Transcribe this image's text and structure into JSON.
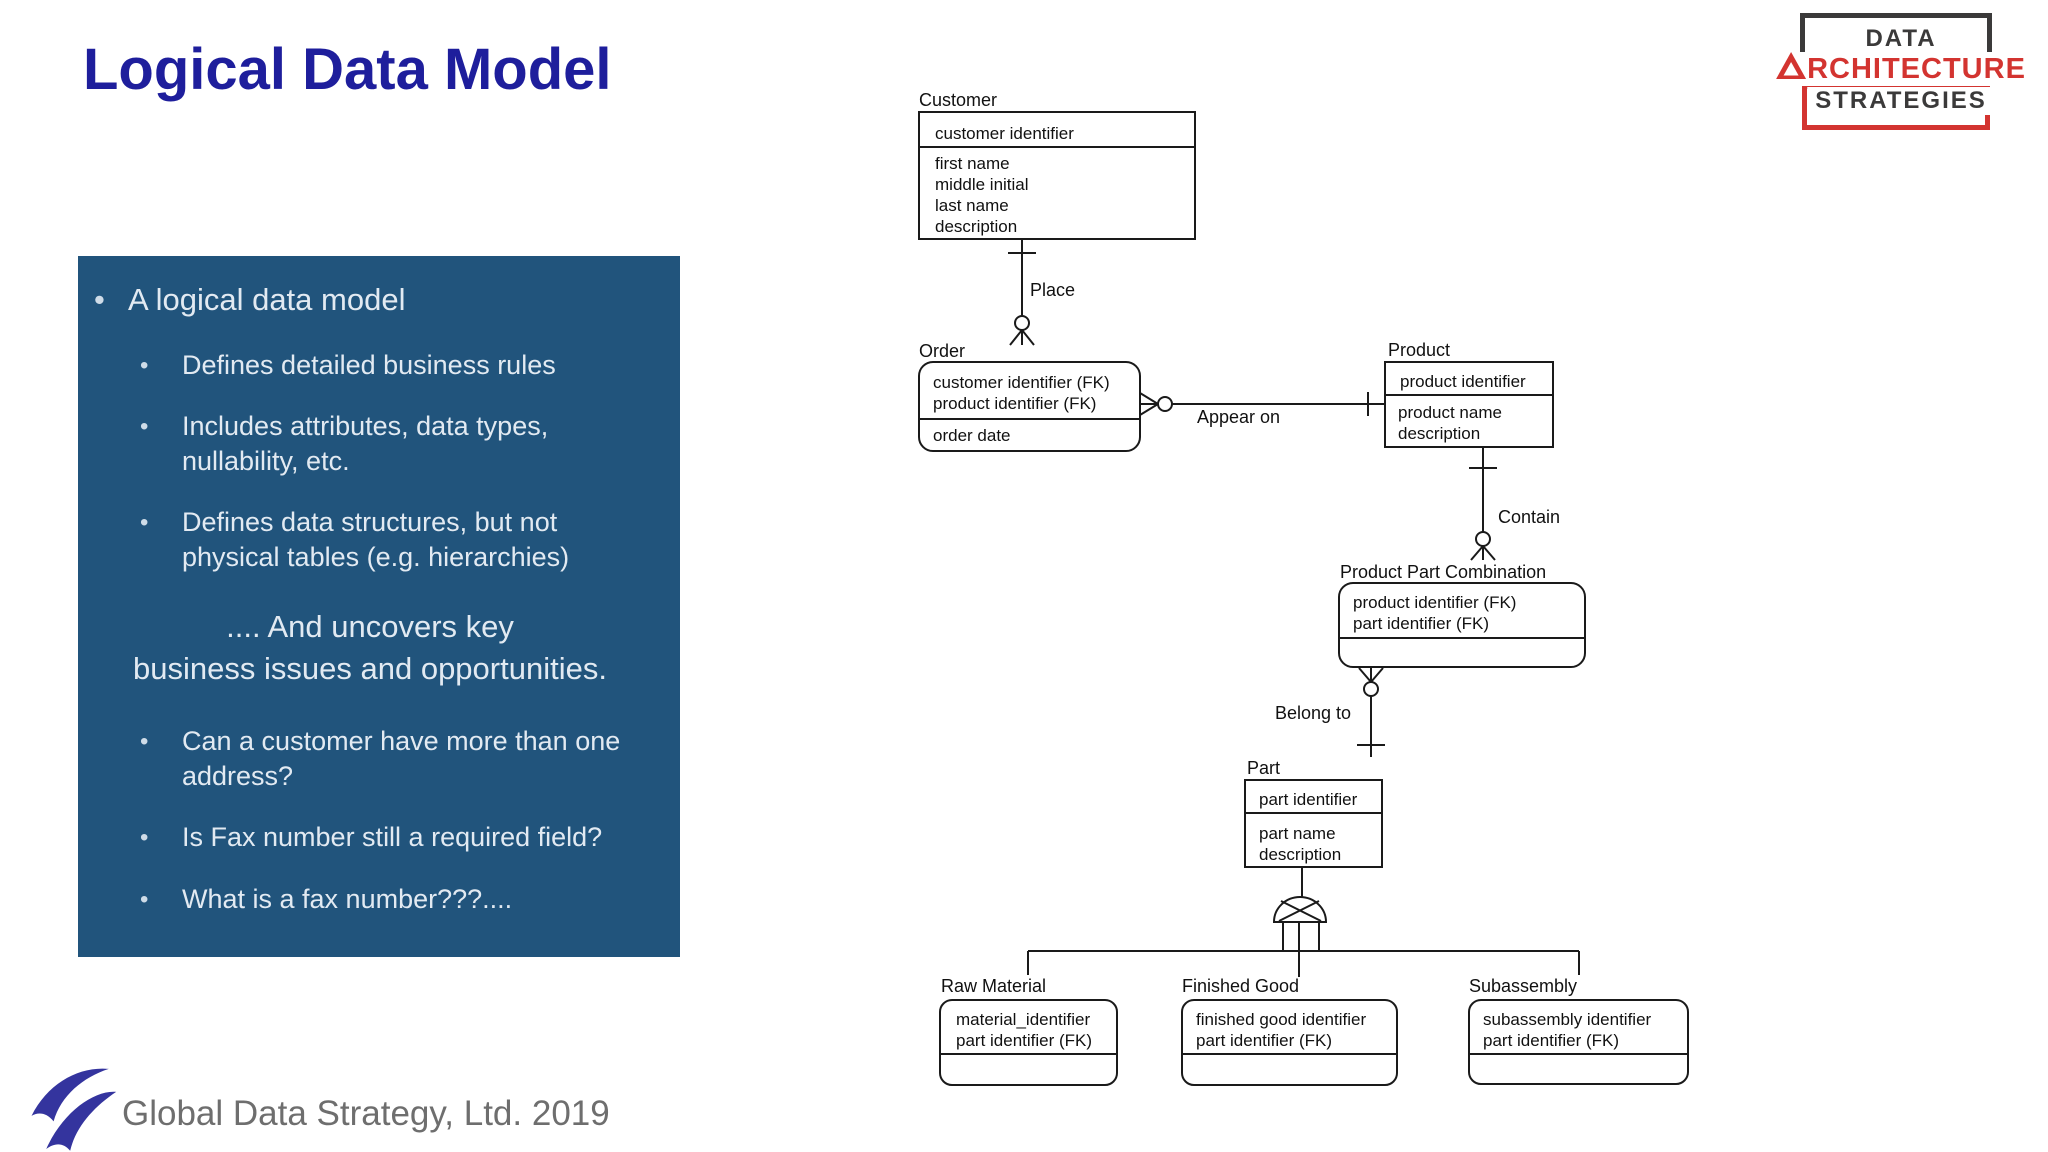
{
  "slide": {
    "title": "Logical Data Model",
    "footer": "Global Data Strategy, Ltd. 2019",
    "colors": {
      "title_navy": "#1e1e9c",
      "panel_blue": "#21547c",
      "panel_text": "#e2eaf2",
      "diagram_ink": "#1a1a1a",
      "brand_red": "#d33430",
      "brand_dark": "#3b3a3a",
      "footer_gray": "#6e6e6e",
      "swoosh_blue": "#34349e"
    }
  },
  "brand_logo": {
    "line1": "DATA",
    "line2_initial": "A",
    "line2_rest": "RCHITECTURE",
    "line3": "STRATEGIES"
  },
  "bullets": {
    "level1": "A logical data model",
    "sub1": [
      "Defines detailed business rules",
      "Includes attributes, data types, nullability, etc.",
      "Defines data structures, but not physical tables (e.g. hierarchies)"
    ],
    "callout_line1": ".... And uncovers key",
    "callout_line2": "business issues and opportunities.",
    "sub2": [
      "Can a customer have more than one address?",
      "Is Fax number still a required field?",
      "What is a fax number???...."
    ]
  },
  "icons": {
    "bullet": "•",
    "subtype_category": "half-circle with X (exclusive subtype)",
    "one_cardinality": "tick",
    "zero_or_many_cardinality": "circle + crow's foot"
  },
  "diagram": {
    "entities": {
      "customer": {
        "name": "Customer",
        "keys": [
          "customer identifier"
        ],
        "attrs": [
          "first name",
          "middle initial",
          "last name",
          "description"
        ]
      },
      "order": {
        "name": "Order",
        "keys": [
          "customer identifier (FK)",
          "product identifier (FK)"
        ],
        "attrs": [
          "order date"
        ]
      },
      "product": {
        "name": "Product",
        "keys": [
          "product identifier"
        ],
        "attrs": [
          "product name",
          "description"
        ]
      },
      "product_part_combination": {
        "name": "Product Part Combination",
        "keys": [
          "product identifier (FK)",
          "part identifier (FK)"
        ],
        "attrs": []
      },
      "part": {
        "name": "Part",
        "keys": [
          "part identifier"
        ],
        "attrs": [
          "part name",
          "description"
        ]
      },
      "raw_material": {
        "name": "Raw Material",
        "keys": [
          "material_identifier",
          "part identifier (FK)"
        ],
        "attrs": []
      },
      "finished_good": {
        "name": "Finished Good",
        "keys": [
          "finished good identifier",
          "part identifier (FK)"
        ],
        "attrs": []
      },
      "subassembly": {
        "name": "Subassembly",
        "keys": [
          "subassembly identifier",
          "part identifier (FK)"
        ],
        "attrs": []
      }
    },
    "relationships": {
      "place": "Place",
      "appear_on": "Appear on",
      "contain": "Contain",
      "belong_to": "Belong to"
    }
  }
}
